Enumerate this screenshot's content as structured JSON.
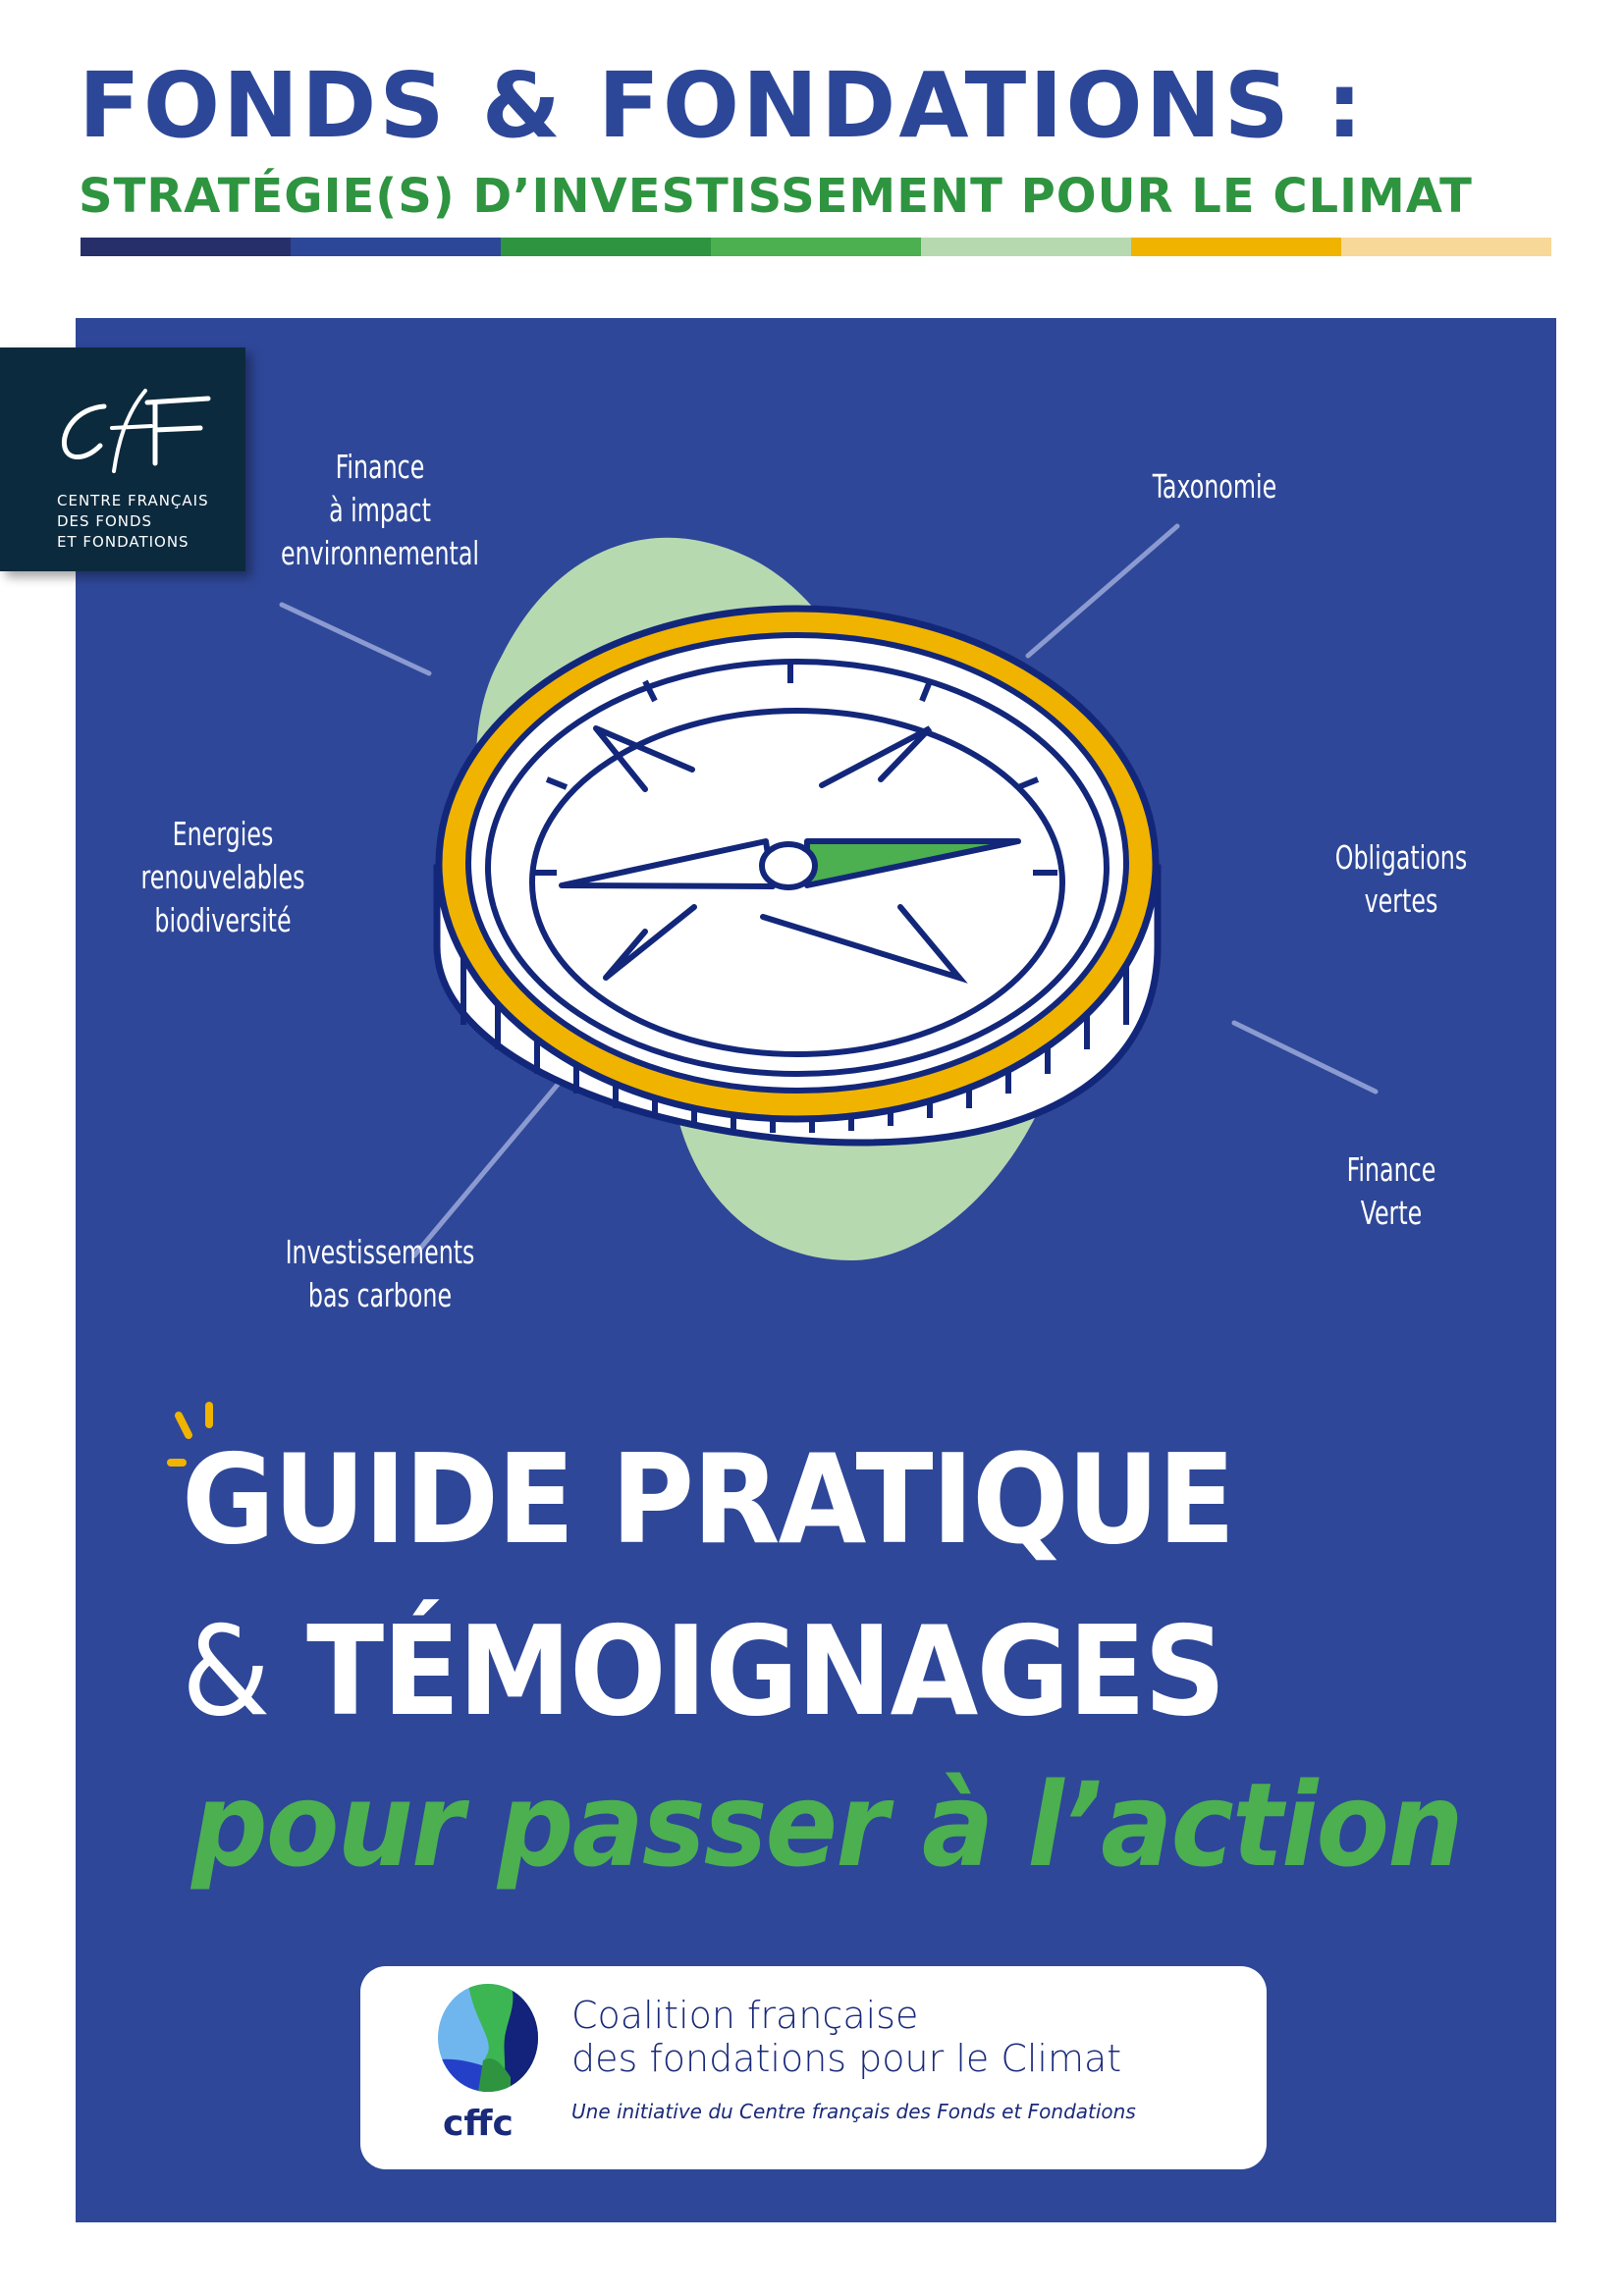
{
  "header": {
    "title": "FONDS & FONDATIONS :",
    "subtitle": "STRATÉGIE(S) D’INVESTISSEMENT POUR LE CLIMAT",
    "color_bar": [
      "#272f6b",
      "#2d4798",
      "#2e9440",
      "#4caf50",
      "#b7d9b0",
      "#efb300",
      "#f8d898"
    ]
  },
  "cff_logo": {
    "mark": "CfF",
    "org_lines": [
      "CENTRE FRANÇAIS",
      "DES FONDS",
      "ET FONDATIONS"
    ]
  },
  "illustration": {
    "subject": "compass-icon",
    "labels": {
      "impact": [
        "Finance",
        "à impact",
        "environnemental"
      ],
      "taxonomie": [
        "Taxonomie"
      ],
      "energies": [
        "Energies",
        "renouvelables",
        "biodiversité"
      ],
      "obligations": [
        "Obligations",
        "vertes"
      ],
      "finance_verte": [
        "Finance",
        "Verte"
      ],
      "bas_carbone": [
        "Investissements",
        "bas carbone"
      ]
    }
  },
  "title": {
    "line1": "GUIDE PRATIQUE",
    "amp": "&",
    "line2": "TÉMOIGNAGES",
    "line3": "pour passer à l’action"
  },
  "cffc": {
    "abbr": "cffc",
    "name_line1": "Coalition française",
    "name_line2": "des fondations pour le Climat",
    "tagline": "Une initiative du Centre français des Fonds et Fondations"
  },
  "colors": {
    "navy": "#2d4798",
    "green": "#2e9440",
    "light_green": "#b7d9b0",
    "gold": "#efb300",
    "dark_logo": "#0c2a3e"
  }
}
